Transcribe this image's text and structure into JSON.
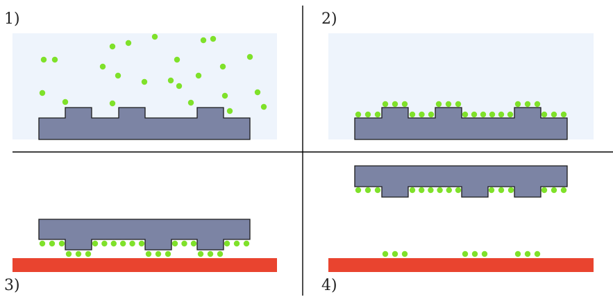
{
  "colors": {
    "solution_bg": "#eef4fc",
    "stamp_fill": "#7c84a4",
    "stamp_stroke": "#1a1a1a",
    "molecule": "#7fe12a",
    "substrate": "#e9442f",
    "divider": "#000000",
    "label": "#222222"
  },
  "panels": [
    {
      "label": "1)"
    },
    {
      "label": "2)"
    },
    {
      "label": "3)"
    },
    {
      "label": "4)"
    }
  ]
}
